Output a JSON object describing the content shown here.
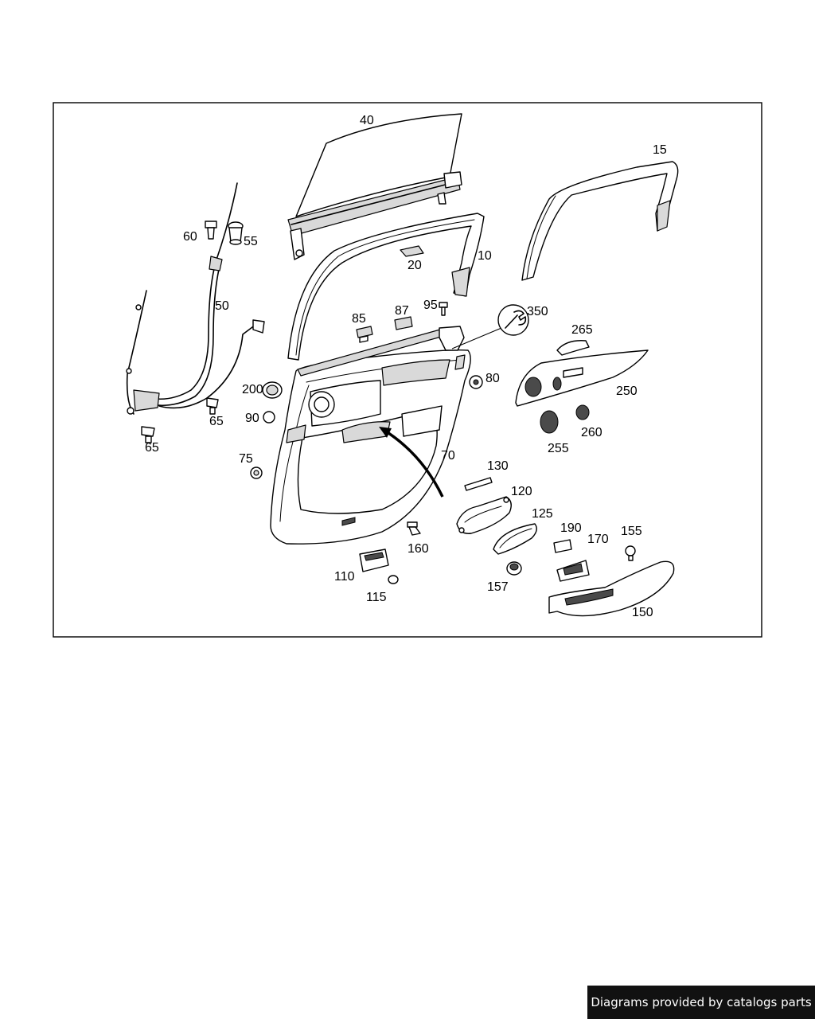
{
  "diagram": {
    "labels": {
      "p10": "10",
      "p15": "15",
      "p20": "20",
      "p40": "40",
      "p50": "50",
      "p55": "55",
      "p60": "60",
      "p65a": "65",
      "p65b": "65",
      "p70": "70",
      "p75": "75",
      "p80": "80",
      "p85": "85",
      "p87": "87",
      "p90": "90",
      "p95": "95",
      "p110": "110",
      "p115": "115",
      "p120": "120",
      "p125": "125",
      "p130": "130",
      "p150": "150",
      "p155": "155",
      "p157": "157",
      "p160": "160",
      "p170": "170",
      "p190": "190",
      "p200": "200",
      "p250": "250",
      "p255": "255",
      "p260": "260",
      "p265": "265",
      "p350": "350"
    }
  },
  "footer": {
    "credit": "Diagrams provided by catalogs parts"
  }
}
